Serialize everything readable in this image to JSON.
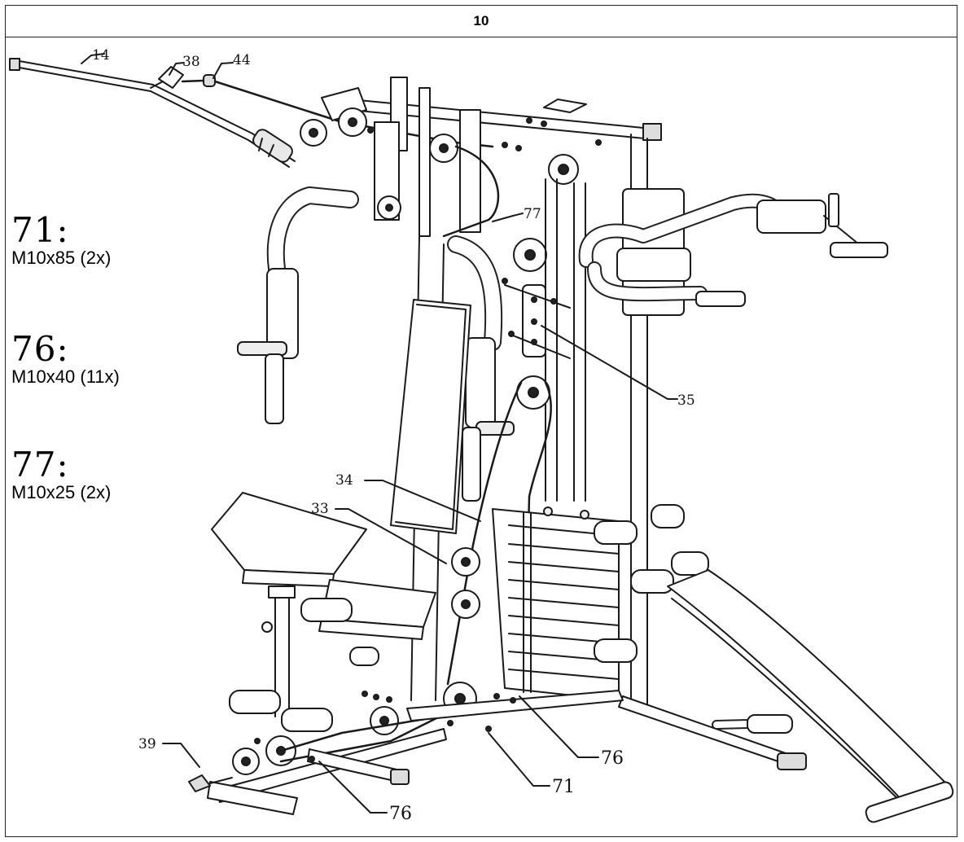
{
  "header": {
    "step_number": "10"
  },
  "specs": [
    {
      "code": "71:",
      "size": "M10x85 (2x)"
    },
    {
      "code": "76:",
      "size": "M10x40 (11x)"
    },
    {
      "code": "77:",
      "size": "M10x25 (2x)"
    }
  ],
  "callouts": {
    "c14": "14",
    "c38": "38",
    "c44": "44",
    "c77": "77",
    "c35": "35",
    "c34": "34",
    "c33": "33",
    "c39": "39",
    "c76a": "76",
    "c71": "71",
    "c76b": "76"
  }
}
